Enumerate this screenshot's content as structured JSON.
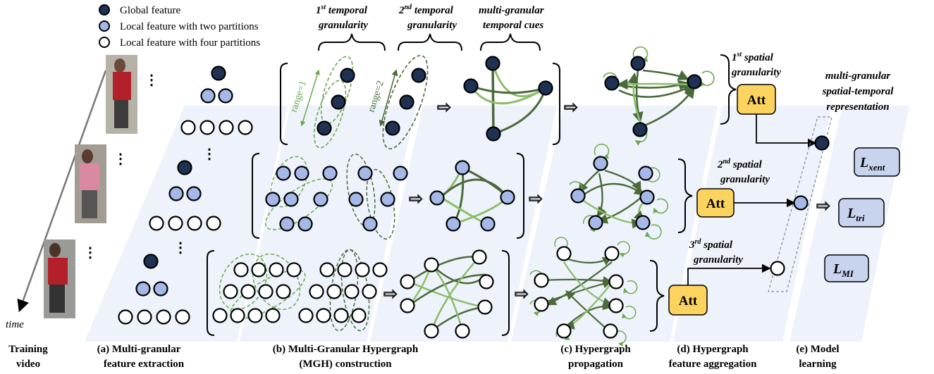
{
  "legend": {
    "items": [
      {
        "label": "Global feature",
        "color": "#1f3253"
      },
      {
        "label": "Local feature with two partitions",
        "color": "#a4b9e8"
      },
      {
        "label": "Local feature with four partitions",
        "color": "#ffffff"
      }
    ]
  },
  "header_labels": {
    "t1_line1": "1st temporal",
    "t1_line2": "granularity",
    "t2_line1": "2nd temporal",
    "t2_line2": "granularity",
    "mg_line1": "multi-granular",
    "mg_line2": "temporal cues",
    "range1": "range=1",
    "range2": "range=2"
  },
  "spatial_labels": {
    "s1_line1": "1st spatial",
    "s1_line2": "granularity",
    "s2_line1": "2nd spatial",
    "s2_line2": "granularity",
    "s3_line1": "3rd spatial",
    "s3_line2": "granularity",
    "rep_line1": "multi-granular",
    "rep_line2": "spatial-temporal",
    "rep_line3": "representation"
  },
  "att_label": "Att",
  "losses": [
    {
      "base": "L",
      "sub": "xent"
    },
    {
      "base": "L",
      "sub": "tri"
    },
    {
      "base": "L",
      "sub": "MI"
    }
  ],
  "time_label": "time",
  "captions": {
    "c0_line1": "Training",
    "c0_line2": "video",
    "ca_line1": "(a)  Multi-granular",
    "ca_line2": "feature extraction",
    "cb_line1": "(b) Multi-Granular Hypergraph",
    "cb_line2": "(MGH) construction",
    "cc_line1": "(c) Hypergraph",
    "cc_line2": "propagation",
    "cd_line1": "(d) Hypergraph",
    "cd_line2": "feature aggregation",
    "ce_line1": "(e) Model",
    "ce_line2": "learning"
  },
  "colors": {
    "global": "#1f3253",
    "two_part": "#a4b9e8",
    "four_part": "#ffffff",
    "panel": "#eef2fa",
    "att_fill": "#fcd35e",
    "loss_fill": "#c8d4ee",
    "edge_light": "#8bbd6b",
    "edge_dark": "#4a6a3a"
  }
}
